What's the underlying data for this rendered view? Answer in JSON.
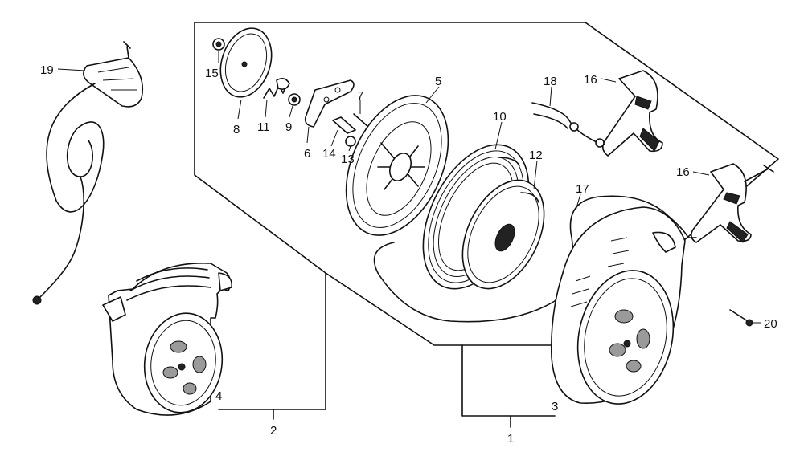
{
  "callouts": {
    "c1": "1",
    "c2": "2",
    "c3": "3",
    "c4": "4",
    "c5": "5",
    "c6": "6",
    "c7": "7",
    "c8": "8",
    "c9": "9",
    "c10": "10",
    "c11": "11",
    "c12": "12",
    "c13": "13",
    "c14": "14",
    "c15": "15",
    "c16a": "16",
    "c16b": "16",
    "c17": "17",
    "c18": "18",
    "c19": "19",
    "c20": "20"
  },
  "colors": {
    "line": "#111111",
    "background": "#ffffff",
    "shade": "#9a9a9a"
  }
}
